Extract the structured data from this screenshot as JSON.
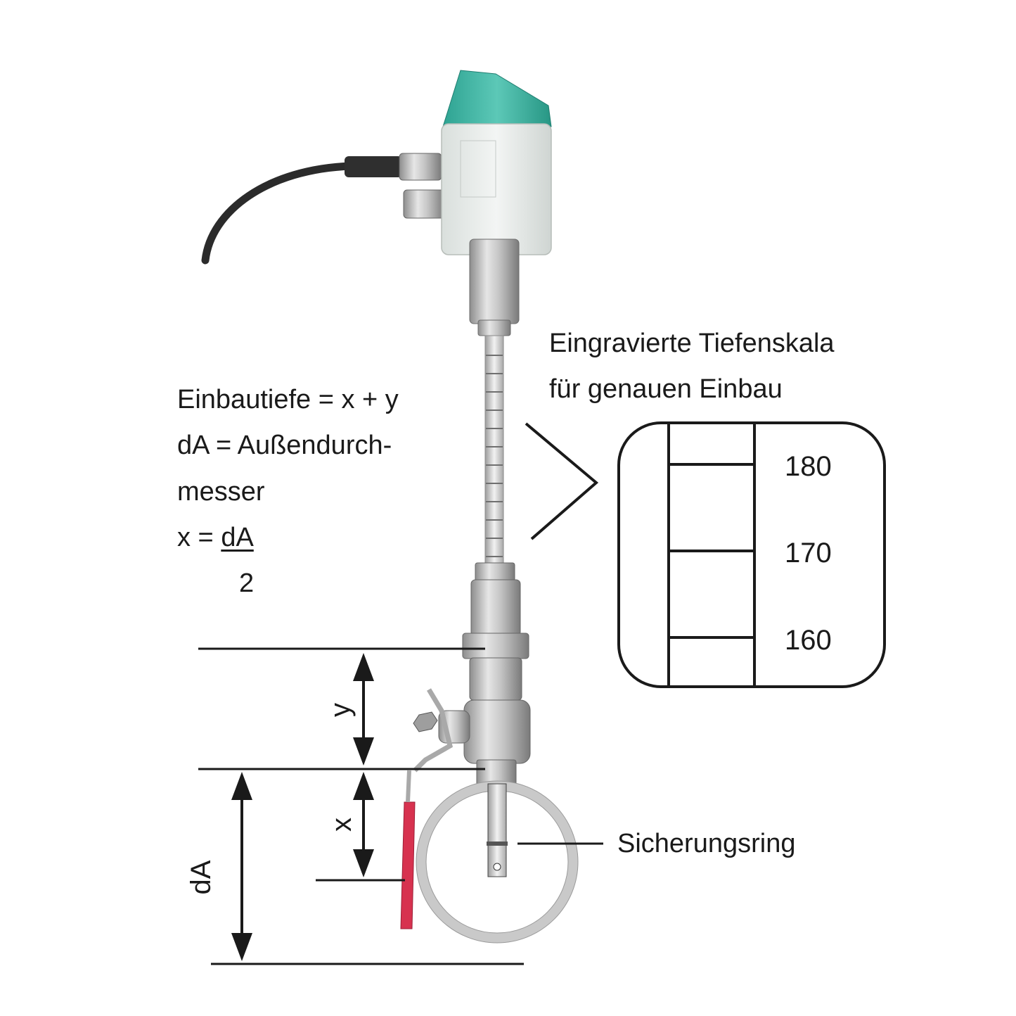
{
  "formula": {
    "line1": "Einbautiefe = x + y",
    "line2": "dA = Außendurch-",
    "line3": "messer",
    "x_prefix": "x = ",
    "numerator": "dA",
    "denominator": "2"
  },
  "scale_note": {
    "line1": "Eingravierte Tiefenskala",
    "line2": "für genauen Einbau"
  },
  "scale_values": [
    "180",
    "170",
    "160"
  ],
  "dimensions": {
    "y": "y",
    "x": "x",
    "dA": "dA"
  },
  "ring_label": "Sicherungsring",
  "colors": {
    "housing_top": "#3fb6a5",
    "housing_body": "#e9edea",
    "metal": "#b5b5b5",
    "cable": "#2b2b2b",
    "valve_handle": "#d7324f",
    "pipe_ring": "#c9c9c9"
  }
}
